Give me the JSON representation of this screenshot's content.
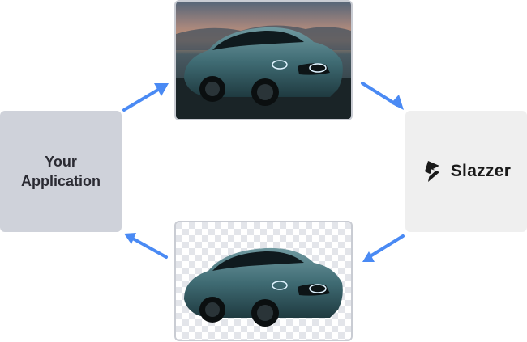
{
  "nodes": {
    "app": {
      "label_line1": "Your",
      "label_line2": "Application"
    },
    "brand": {
      "name": "Slazzer"
    }
  },
  "images": {
    "original": {
      "description": "teal-car-photo-with-sunset-background"
    },
    "cutout": {
      "description": "teal-car-on-transparent-background"
    }
  },
  "colors": {
    "arrow": "#4a8af4",
    "app_box": "#cfd2da",
    "brand_box": "#efefef",
    "car_body": "#3f6b73"
  },
  "flow": [
    "app-to-original",
    "original-to-brand",
    "brand-to-cutout",
    "cutout-to-app"
  ]
}
